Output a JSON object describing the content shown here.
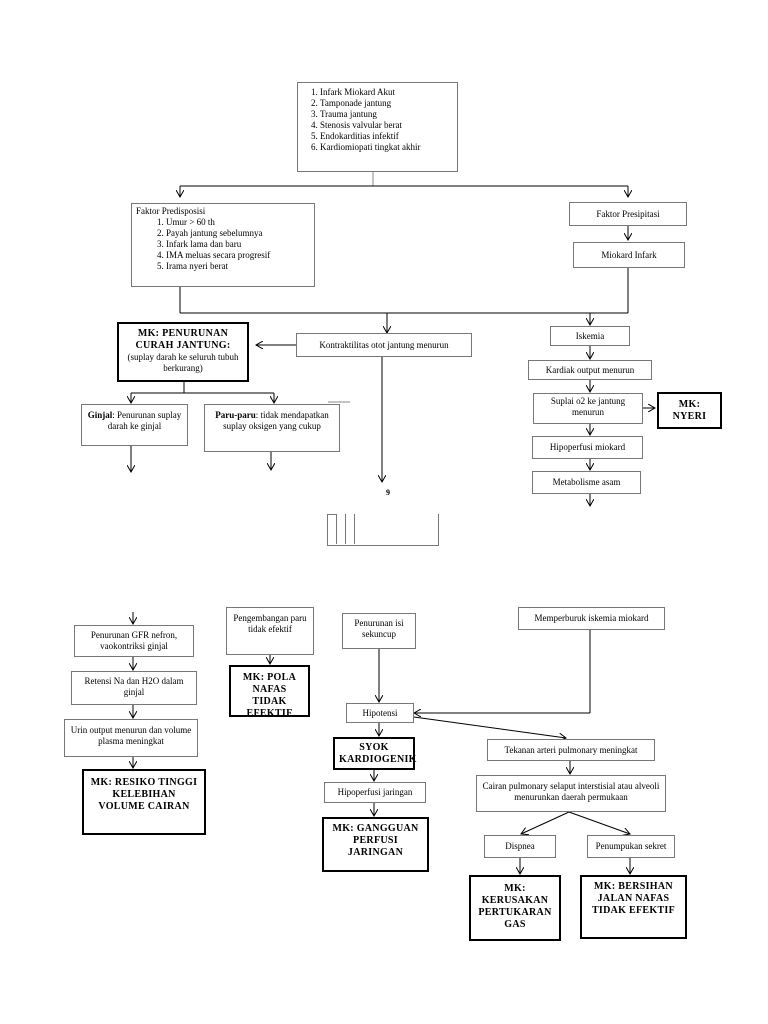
{
  "causes": {
    "items": [
      "Infark Miokard Akut",
      "Tamponade jantung",
      "Trauma jantung",
      "Stenosis valvular berat",
      "Endokarditias infektif",
      "Kardiomiopati tingkat akhir"
    ]
  },
  "predisposisi": {
    "title": "Faktor Predisposisi",
    "items": [
      "Umur > 60 th",
      "Payah jantung sebelumnya",
      "Infark lama  dan baru",
      "IMA meluas secara progresif",
      "Irama nyeri berat"
    ]
  },
  "presipitasi": {
    "title": "Faktor Presipitasi"
  },
  "miokard_infark": "Miokard Infark",
  "mk_curah": {
    "title": "MK: PENURUNAN CURAH JANTUNG:",
    "sub": "(suplay darah ke seluruh tubuh berkurang)"
  },
  "kontraktilitas": "Kontraktilitas otot jantung menurun",
  "iskemia": "Iskemia",
  "kardiak_output": "Kardiak output menurun",
  "suplai_o2": "Suplai o2 ke jantung menurun",
  "mk_nyeri": "MK: NYERI",
  "hipoperfusi_miokard": "Hipoperfusi miokard",
  "metabolisme": "Metabolisme asam",
  "ginjal": {
    "label": "Ginjal",
    "text": ": Penurunan suplay darah ke ginjal"
  },
  "paru": {
    "label": "Paru-paru",
    "text": ": tidak mendapatkan suplay oksigen yang cukup"
  },
  "page_num": "9",
  "gfr": "Penurunan GFR nefron, vaokontriksi ginjal",
  "retensi": "Retensi Na dan H2O dalam ginjal",
  "urin": "Urin output menurun dan volume plasma meningkat",
  "mk_cairan": "MK: RESIKO TINGGI KELEBIHAN VOLUME CAIRAN",
  "pengembangan": "Pengembangan paru tidak efektif",
  "mk_pola": "MK: POLA NAFAS TIDAK EFEKTIF",
  "isi_sekuncup": "Penurunan isi sekuncup",
  "memperburuk": "Memperburuk iskemia miokard",
  "hipotensi": "Hipotensi",
  "syok": "SYOK KARDIOGENIK",
  "hipoperfusi_jaringan": "Hipoperfusi jaringan",
  "mk_perfusi": "MK: GANGGUAN PERFUSI JARINGAN",
  "tekanan": "Tekanan arteri pulmonary meningkat",
  "cairan_pulmonary": "Cairan pulmonary  selaput interstisial atau alveoli menurunkan daerah permukaan",
  "dispnea": "Dispnea",
  "sekret": "Penumpukan sekret",
  "mk_gas": "MK: KERUSAKAN PERTUKARAN GAS",
  "mk_jalan": "MK: BERSIHAN JALAN NAFAS TIDAK EFEKTIF"
}
